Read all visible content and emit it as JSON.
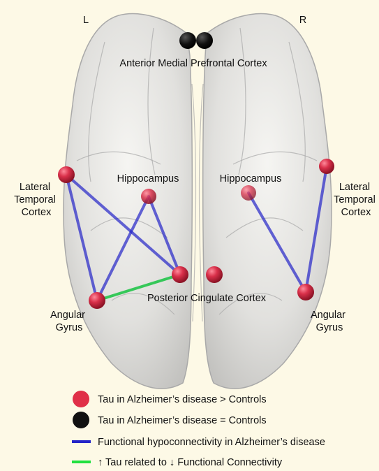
{
  "hemispheres": {
    "left": "L",
    "right": "R"
  },
  "labels": {
    "amp": "Anterior Medial Prefrontal Cortex",
    "ltc_left": [
      "Lateral",
      "Temporal",
      "Cortex"
    ],
    "ltc_right": [
      "Lateral",
      "Temporal",
      "Cortex"
    ],
    "hippo_left": "Hippocampus",
    "hippo_right": "Hippocampus",
    "pcc": "Posterior Cingulate Cortex",
    "ang_left": [
      "Angular",
      "Gyrus"
    ],
    "ang_right": [
      "Angular",
      "Gyrus"
    ]
  },
  "colors": {
    "red_node": "#d9304a",
    "black_node": "#111111",
    "blue_edge": "#2424c8",
    "green_edge": "#22c44a",
    "background": "#fdf9e6"
  },
  "legend": [
    {
      "symbol": "red-dot",
      "text": "Tau in Alzheimer’s disease > Controls"
    },
    {
      "symbol": "black-dot",
      "text": "Tau in Alzheimer’s disease = Controls"
    },
    {
      "symbol": "blue-line",
      "text": "Functional hypoconnectivity in Alzheimer’s disease"
    },
    {
      "symbol": "green-line",
      "text": "↑ Tau related to ↓ Functional Connectivity"
    }
  ]
}
